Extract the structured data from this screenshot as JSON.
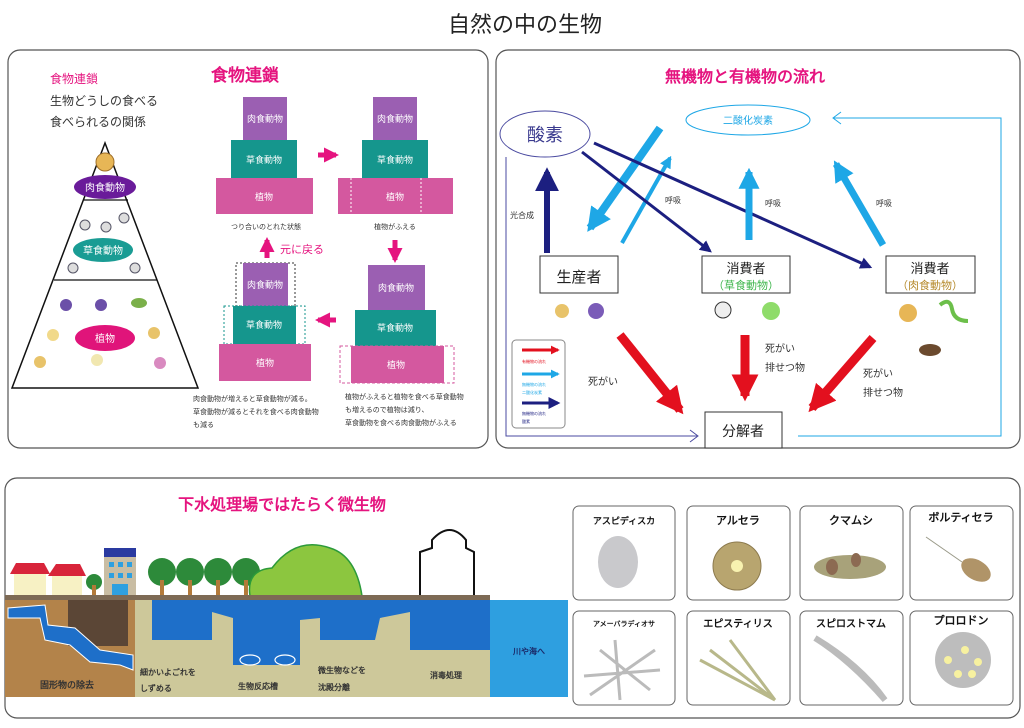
{
  "title": "自然の中の生物",
  "colors": {
    "accent_pink": "#e5147f",
    "carnivore": "#9b5fb2",
    "herbivore": "#15968d",
    "plant": "#d4589f",
    "organic_flow": "#e3101e",
    "co2_flow": "#1ea7e6",
    "o2_flow": "#1c1f80"
  },
  "food_chain": {
    "label": "食物連鎖",
    "desc_line1": "生物どうしの食べる",
    "desc_line2": "食べられるの関係",
    "title": "食物連鎖",
    "pyramid": {
      "carnivore": "肉食動物",
      "herbivore": "草食動物",
      "plant": "植物"
    },
    "blocks": {
      "carnivore": "肉食動物",
      "herbivore": "草食動物",
      "plant": "植物"
    },
    "caption_balanced": "つり合いのとれた状態",
    "caption_plants_increase": "植物がふえる",
    "return_label": "元に戻る",
    "note_left": [
      "肉食動物が増えると草食動物が減る。",
      "草食動物が減るとそれを食べる肉食動物",
      "も減る"
    ],
    "note_right": [
      "植物がふえると植物を食べる草食動物",
      "も増えるので植物は減り、",
      "草食動物を食べる肉食動物がふえる"
    ]
  },
  "cycle": {
    "title": "無機物と有機物の流れ",
    "oxygen": "酸素",
    "co2": "二酸化炭素",
    "producer": "生産者",
    "consumer": "消費者",
    "herbivore_sub": "（草食動物）",
    "carnivore_sub": "（肉食動物）",
    "decomposer": "分解者",
    "photosynthesis": "光合成",
    "respiration": "呼吸",
    "dead": "死がい",
    "excretion": "排せつ物",
    "legend": [
      {
        "line1": "有機物の流れ",
        "line2": "",
        "color": "#e3101e"
      },
      {
        "line1": "無機物の流れ",
        "line2": "二酸化炭素",
        "color": "#1ea7e6"
      },
      {
        "line1": "無機物の流れ",
        "line2": "酸素",
        "color": "#1c1f80"
      }
    ]
  },
  "sewage": {
    "title": "下水処理場ではたらく微生物",
    "stages": [
      "固形物の除去",
      "細かいよごれを",
      "しずめる",
      "生物反応槽",
      "微生物などを",
      "沈殿分離",
      "消毒処理",
      "川や海へ"
    ]
  },
  "microbes": [
    "アスピディスカ",
    "アルセラ",
    "クマムシ",
    "ボルティセラ",
    "アメーバラディオサ",
    "エピスティリス",
    "スピロストマム",
    "プロロドン"
  ]
}
